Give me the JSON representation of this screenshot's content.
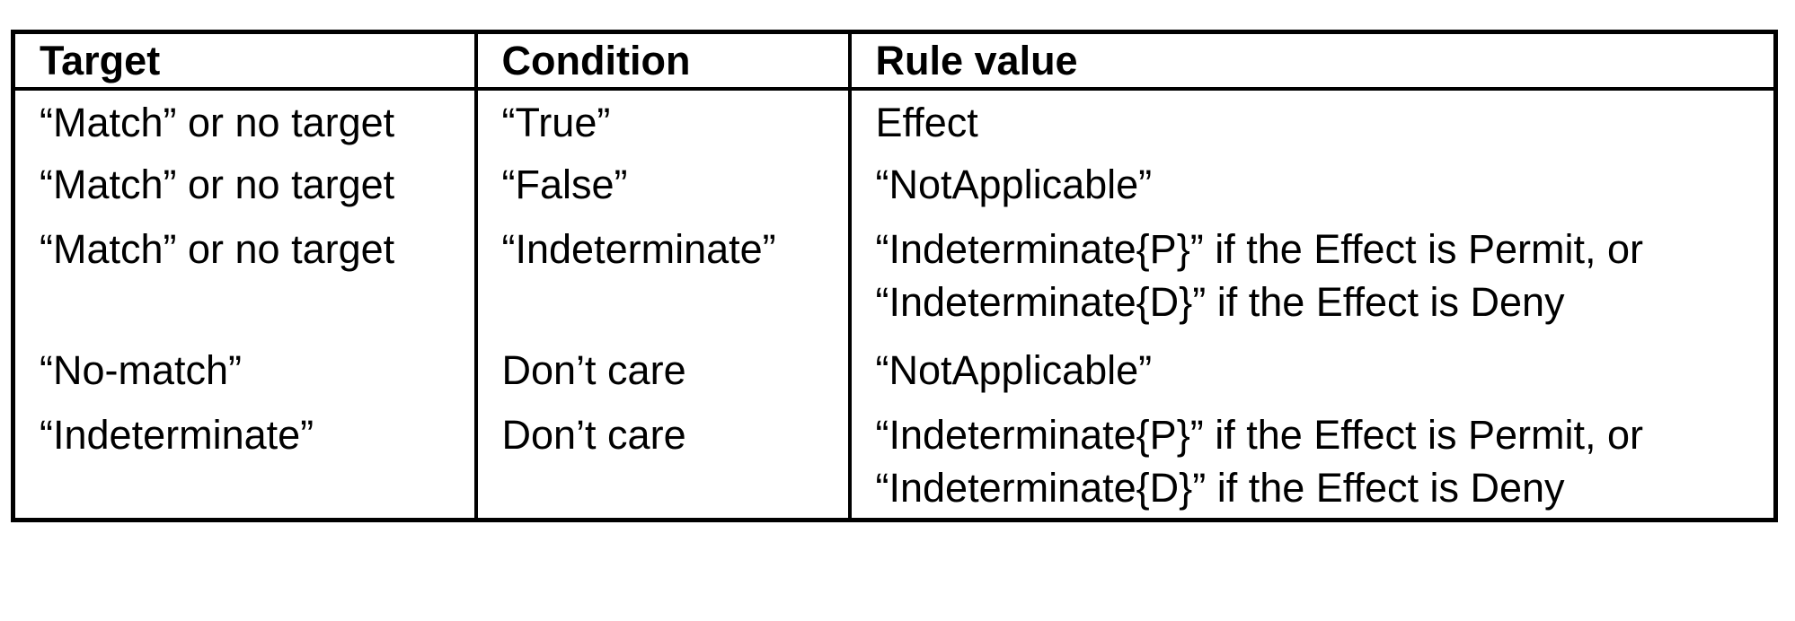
{
  "table": {
    "name": "rule-truth-table",
    "headers": {
      "target": "Target",
      "condition": "Condition",
      "rule_value": "Rule value"
    },
    "rows": [
      {
        "target": "“Match” or no target",
        "condition": "“True”",
        "rule_value": "Effect"
      },
      {
        "target": "“Match” or no target",
        "condition": "“False”",
        "rule_value": "“NotApplicable”"
      },
      {
        "target": "“Match” or no target",
        "condition": "“Indeterminate”",
        "rule_value": "“Indeterminate{P}” if the Effect is Permit, or\n“Indeterminate{D}” if the Effect is Deny"
      },
      {
        "target": "“No-match”",
        "condition": "Don’t care",
        "rule_value": "“NotApplicable”"
      },
      {
        "target": "“Indeterminate”",
        "condition": "Don’t care",
        "rule_value": "“Indeterminate{P}” if the Effect is Permit, or\n“Indeterminate{D}” if the Effect is Deny"
      }
    ],
    "colors": {
      "text": "#000000",
      "border": "#000000",
      "background": "#ffffff"
    }
  }
}
